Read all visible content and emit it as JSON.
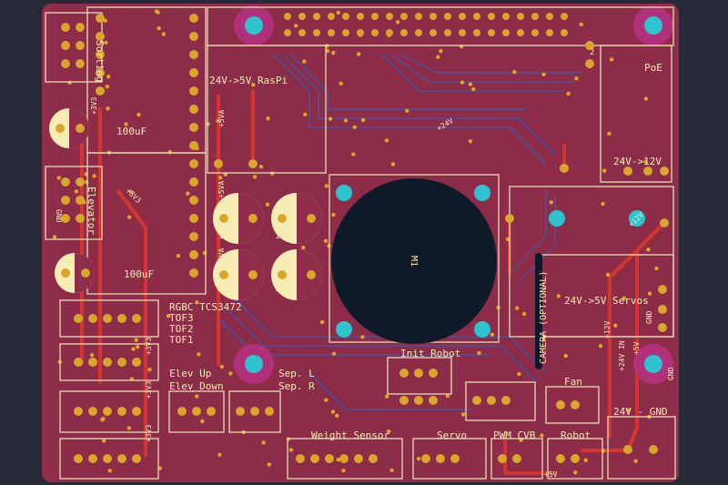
{
  "board": {
    "colors": {
      "background": "#262a36",
      "copper_pour": "#8f2d4a",
      "silkscreen": "#f6ecb4",
      "front_trace": "#d3352f",
      "back_trace": "#3d5aa8",
      "pad": "#d9a62b",
      "mount_hole": "#2ec4cf",
      "motor_keepout": "#0f1a28"
    },
    "labels": {
      "sorting": "Sorting",
      "elevator": "Elevator",
      "cap_100uf_top": "100uF",
      "cap_100uf_bottom": "100uF",
      "rasp_pi": "24V->5V RasPi",
      "poe": "PoE",
      "conv_12v": "24V->12V",
      "servos": "24V->5V Servos",
      "camera": "CAMERA (OPTIONAL)",
      "motor": "M1",
      "rgbc": "RGBC TCS3472",
      "tof3": "TOF3",
      "tof2": "TOF2",
      "tof1": "TOF1",
      "init_robot": "Init Robot",
      "elev_up": "Elev Up",
      "elev_down": "Elev Down",
      "sep_l": "Sep. L",
      "sep_r": "Sep. R",
      "fan": "Fan",
      "weight_sensor": "Weight Sensor",
      "servo": "Servo",
      "pwm_cvb": "PWM CVB",
      "robot": "Robot",
      "gnd_in": "24V - GND",
      "cap_1m_a": "1m",
      "cap_1m_b": "1m",
      "cap_1m_c": "1m",
      "cap_1m_d": "1m",
      "pad_2": "2"
    },
    "nets": {
      "v3_a": "+3V3",
      "v3_b": "+3V3",
      "v3_c": "+3V3",
      "v3_d": "+3V3",
      "v3_e": "+3V3",
      "v5_a": "+5VA",
      "v5_b": "+5VA",
      "v5_c": "+5VA",
      "v5_d": "+5V",
      "v5_e": "+5V",
      "v12_a": "+12V",
      "v12_b": "+12V",
      "v24_in": "+24V IN",
      "v24": "+24V",
      "gnd_a": "GND",
      "gnd_b": "GND",
      "gnd_c": "GND"
    }
  }
}
